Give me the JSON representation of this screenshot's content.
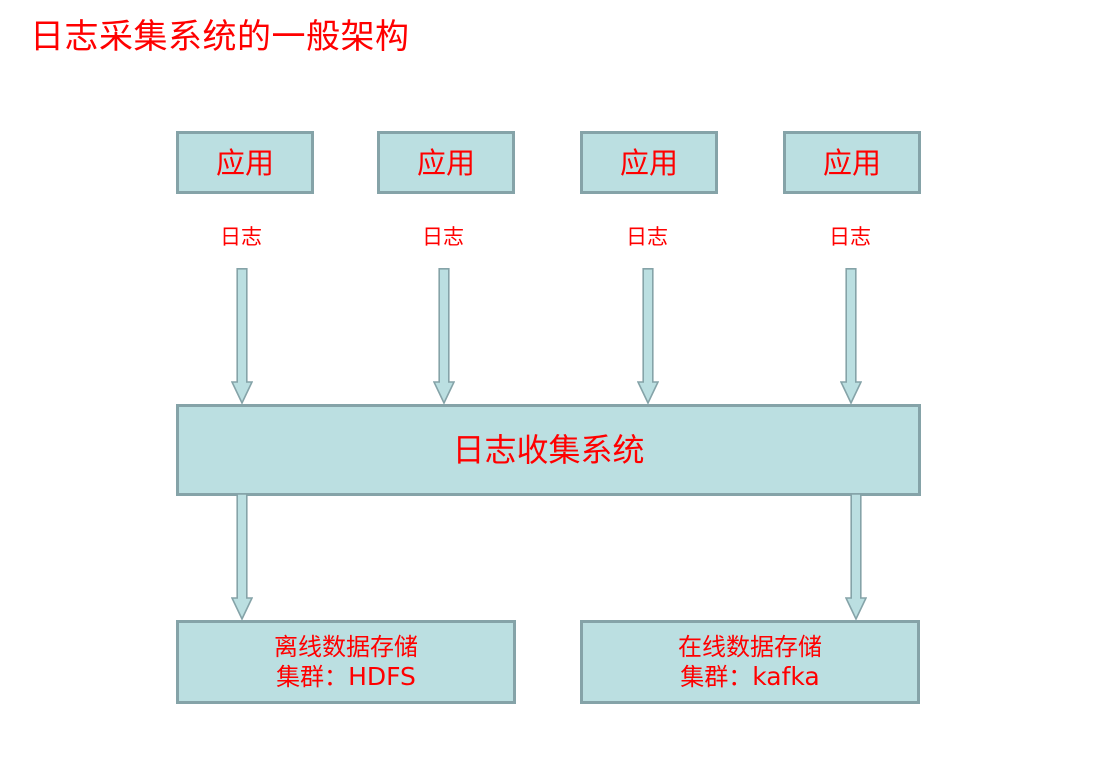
{
  "slide": {
    "title": "日志采集系统的一般架构",
    "title_color": "#ff0000",
    "background_color": "#ffffff",
    "shape_fill_color": "#bbdfe1",
    "shape_border_color": "#85a3a8"
  },
  "sources": {
    "boxes": [
      {
        "label": "应用",
        "flow_label": "日志"
      },
      {
        "label": "应用",
        "flow_label": "日志"
      },
      {
        "label": "应用",
        "flow_label": "日志"
      },
      {
        "label": "应用",
        "flow_label": "日志"
      }
    ]
  },
  "collector": {
    "label": "日志收集系统"
  },
  "storage": {
    "boxes": [
      {
        "line1": "离线数据存储",
        "line2_prefix": "集群：",
        "line2_value": "HDFS"
      },
      {
        "line1": "在线数据存储",
        "line2_prefix": "集群：",
        "line2_value": "kafka"
      }
    ]
  },
  "arrows": {
    "down_arrow_icon": "arrow-down-icon",
    "count_top": 4,
    "count_bottom": 2
  }
}
